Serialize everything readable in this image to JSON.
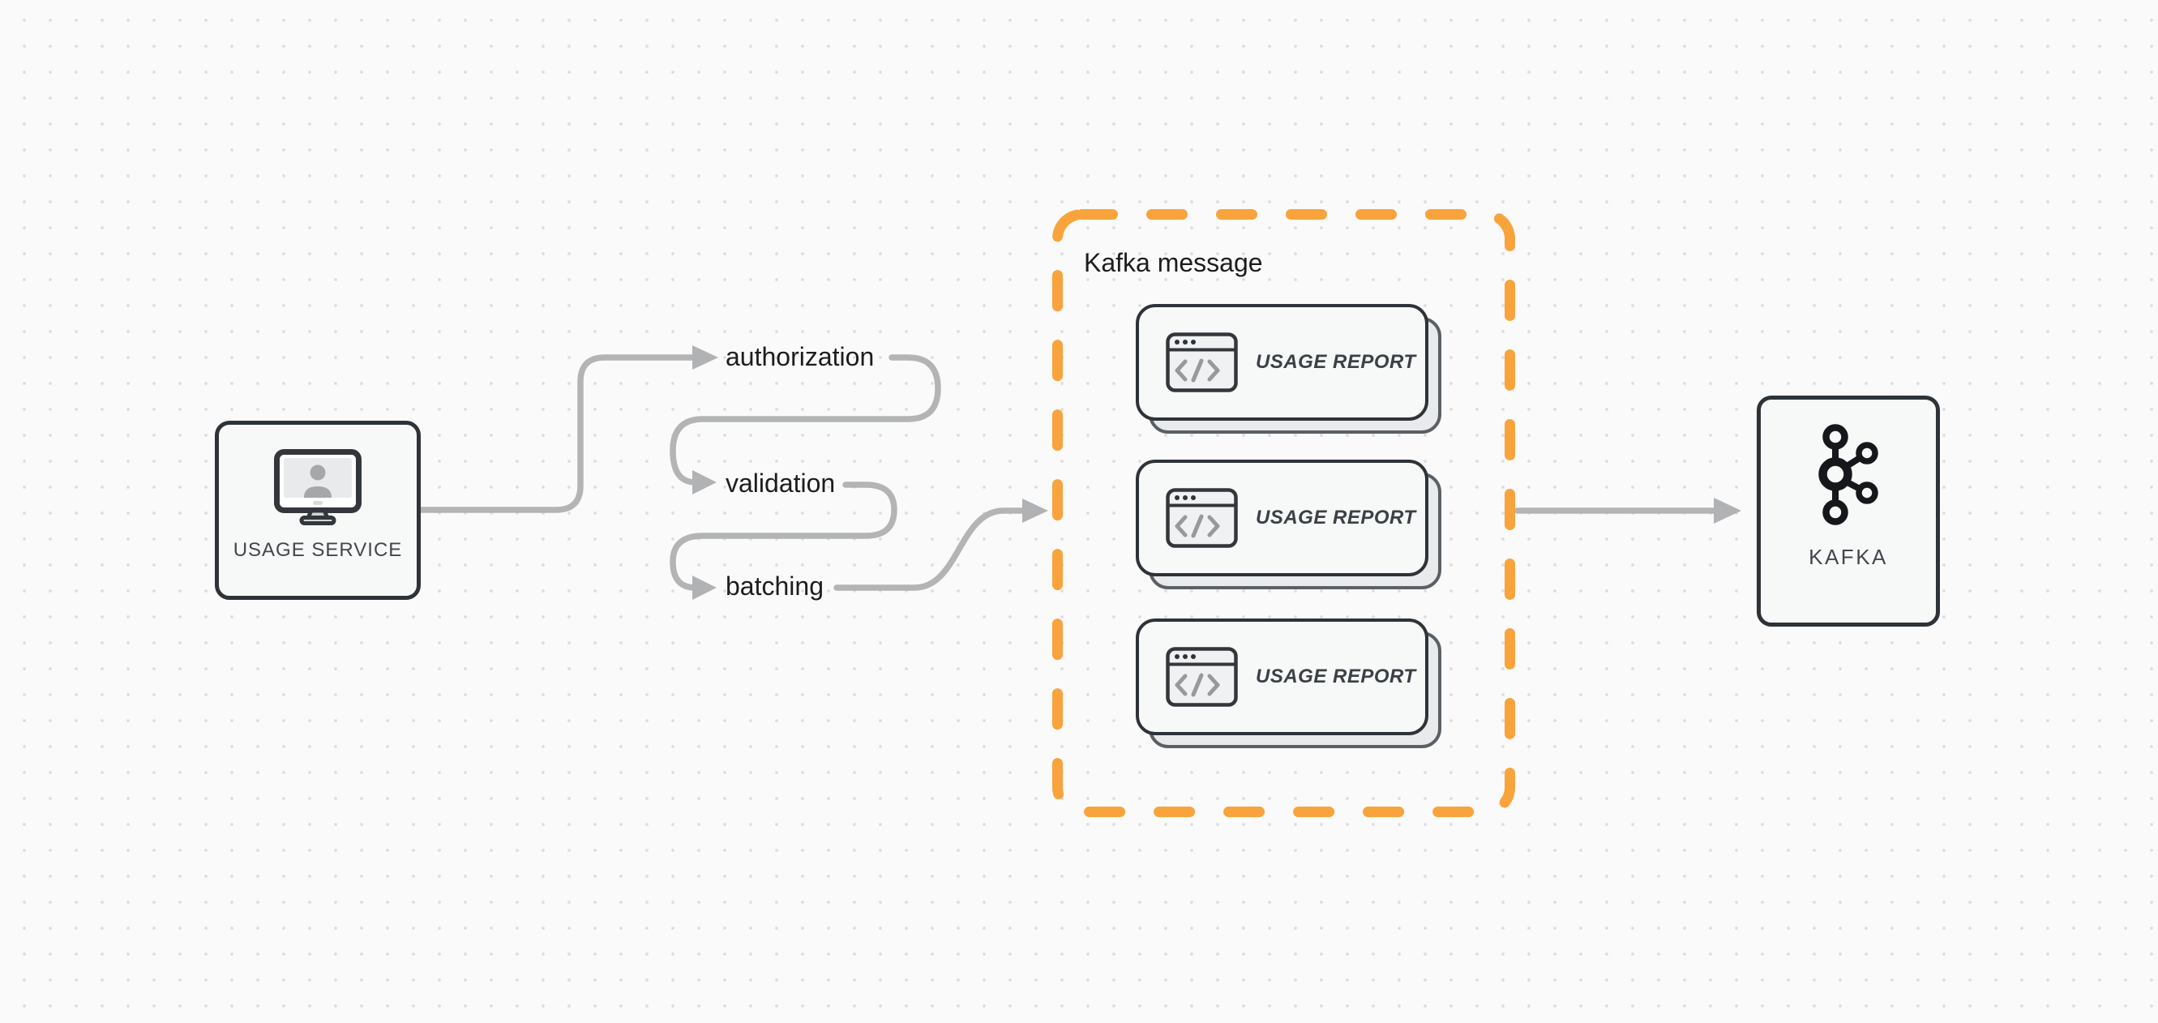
{
  "canvas": {
    "background": "#fafafa",
    "dot_color": "#dcdcdd",
    "connector_color": "#b3b4b6",
    "node_border_color": "#2e3338",
    "node_fill_color": "#f7f8f8",
    "group_border_color": "#f9a33c"
  },
  "source_node": {
    "label": "USAGE SERVICE",
    "icon": "monitor-user-icon"
  },
  "steps": [
    {
      "label": "authorization"
    },
    {
      "label": "validation"
    },
    {
      "label": "batching"
    }
  ],
  "group": {
    "title": "Kafka message",
    "cards": [
      {
        "label": "USAGE REPORT",
        "icon": "code-window-icon"
      },
      {
        "label": "USAGE REPORT",
        "icon": "code-window-icon"
      },
      {
        "label": "USAGE REPORT",
        "icon": "code-window-icon"
      }
    ]
  },
  "sink_node": {
    "label": "KAFKA",
    "icon": "kafka-logo-icon"
  }
}
